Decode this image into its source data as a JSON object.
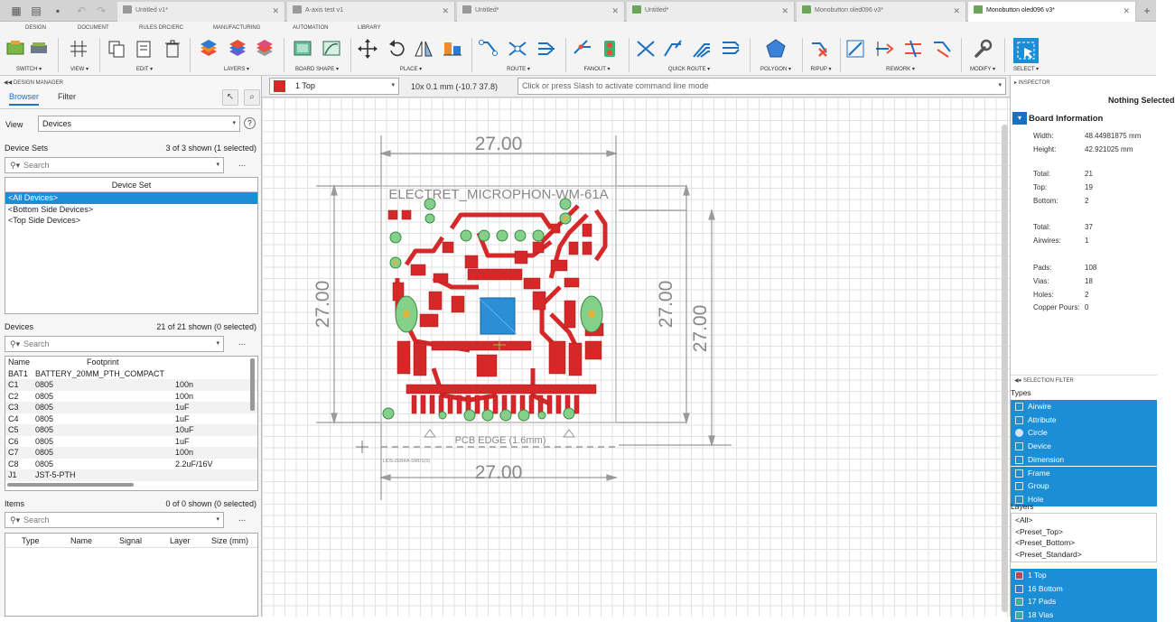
{
  "tabs": [
    {
      "label": "Untitled v1*"
    },
    {
      "label": "A-axis test v1"
    },
    {
      "label": "Untitled*"
    },
    {
      "label": "Untitled*"
    },
    {
      "label": "Monobutton oled096 v3*"
    },
    {
      "label": "Monobutton oled096 v3*"
    }
  ],
  "ribbon": {
    "tabs": [
      "DESIGN",
      "DOCUMENT",
      "RULES DRC/ERC",
      "MANUFACTURING",
      "AUTOMATION",
      "LIBRARY"
    ],
    "groups": [
      "SWITCH",
      "VIEW",
      "EDIT",
      "LAYERS",
      "BOARD SHAPE",
      "PLACE",
      "ROUTE",
      "FANOUT",
      "QUICK ROUTE",
      "POLYGON",
      "RIPUP",
      "REWORK",
      "MODIFY",
      "SELECT"
    ],
    "arrow": "▾"
  },
  "left": {
    "header": "DESIGN MANAGER",
    "tab_browser": "Browser",
    "tab_filter": "Filter",
    "view_label": "View",
    "view_value": "Devices",
    "help": "?",
    "device_sets_label": "Device Sets",
    "device_sets_count": "3 of 3 shown (1 selected)",
    "search_placeholder": "Search",
    "more": "...",
    "device_set_header": "Device Set",
    "device_sets": [
      "<All Devices>",
      "<Bottom Side Devices>",
      "<Top Side Devices>"
    ],
    "devices_label": "Devices",
    "devices_count": "21 of 21 shown (0 selected)",
    "col_name": "Name",
    "col_footprint": "Footprint",
    "devices": [
      {
        "name": "BAT1",
        "footprint": "BATTERY_20MM_PTH_COMPACT",
        "value": ""
      },
      {
        "name": "C1",
        "footprint": "0805",
        "value": "100n"
      },
      {
        "name": "C2",
        "footprint": "0805",
        "value": "100n"
      },
      {
        "name": "C3",
        "footprint": "0805",
        "value": "1uF"
      },
      {
        "name": "C4",
        "footprint": "0805",
        "value": "1uF"
      },
      {
        "name": "C5",
        "footprint": "0805",
        "value": "10uF"
      },
      {
        "name": "C6",
        "footprint": "0805",
        "value": "1uF"
      },
      {
        "name": "C7",
        "footprint": "0805",
        "value": "100n"
      },
      {
        "name": "C8",
        "footprint": "0805",
        "value": "2.2uF/16V"
      },
      {
        "name": "J1",
        "footprint": "JST-5-PTH",
        "value": ""
      }
    ],
    "items_label": "Items",
    "items_count": "0 of 0 shown (0 selected)",
    "items_columns": [
      "Type",
      "Name",
      "Signal",
      "Layer",
      "Size (mm)"
    ]
  },
  "canvasbar": {
    "layer": "1 Top",
    "layer_color": "#d62828",
    "coords": "10x 0.1 mm (-10.7 37.8)",
    "cmd_placeholder": "Click or press Slash to activate command line mode"
  },
  "board": {
    "dim_top": "27.00",
    "dim_bottom": "27.00",
    "dim_left": "27.00",
    "dim_right1": "27.00",
    "dim_right2": "27.00",
    "mic_label": "ELECTRET_MICROPHON-WM-61A",
    "edge_label": "PCB EDGE (1.6mm)",
    "small_label": "LIDS-ZEBRA-SMDS(S)"
  },
  "inspector": {
    "header": "INSPECTOR",
    "nothing": "Nothing Selected",
    "board_info": "Board Information",
    "rows": [
      {
        "k": "Width:",
        "v": "48.44981875 mm"
      },
      {
        "k": "Height:",
        "v": "42.921025 mm"
      },
      {
        "k": "Total:",
        "v": "21"
      },
      {
        "k": "Top:",
        "v": "19"
      },
      {
        "k": "Bottom:",
        "v": "2"
      },
      {
        "k": "Total:",
        "v": "37"
      },
      {
        "k": "Airwires:",
        "v": "1"
      },
      {
        "k": "Pads:",
        "v": "108"
      },
      {
        "k": "Vias:",
        "v": "18"
      },
      {
        "k": "Holes:",
        "v": "2"
      },
      {
        "k": "Copper Pours:",
        "v": "0"
      }
    ],
    "selfilter_header": "SELECTION FILTER",
    "types_label": "Types",
    "types": [
      "Airwire",
      "Attribute",
      "Circle",
      "Device",
      "Dimension",
      "Frame",
      "Group",
      "Hole"
    ],
    "layers_label": "Layers",
    "layer_presets": [
      "<All>",
      "<Preset_Top>",
      "<Preset_Bottom>",
      "<Preset_Standard>"
    ],
    "layers": [
      {
        "name": "1 Top",
        "color": "#b84a58"
      },
      {
        "name": "16 Bottom",
        "color": "#2b7ad4"
      },
      {
        "name": "17 Pads",
        "color": "#36b39a"
      },
      {
        "name": "18 Vias",
        "color": "#36b39a"
      }
    ]
  }
}
